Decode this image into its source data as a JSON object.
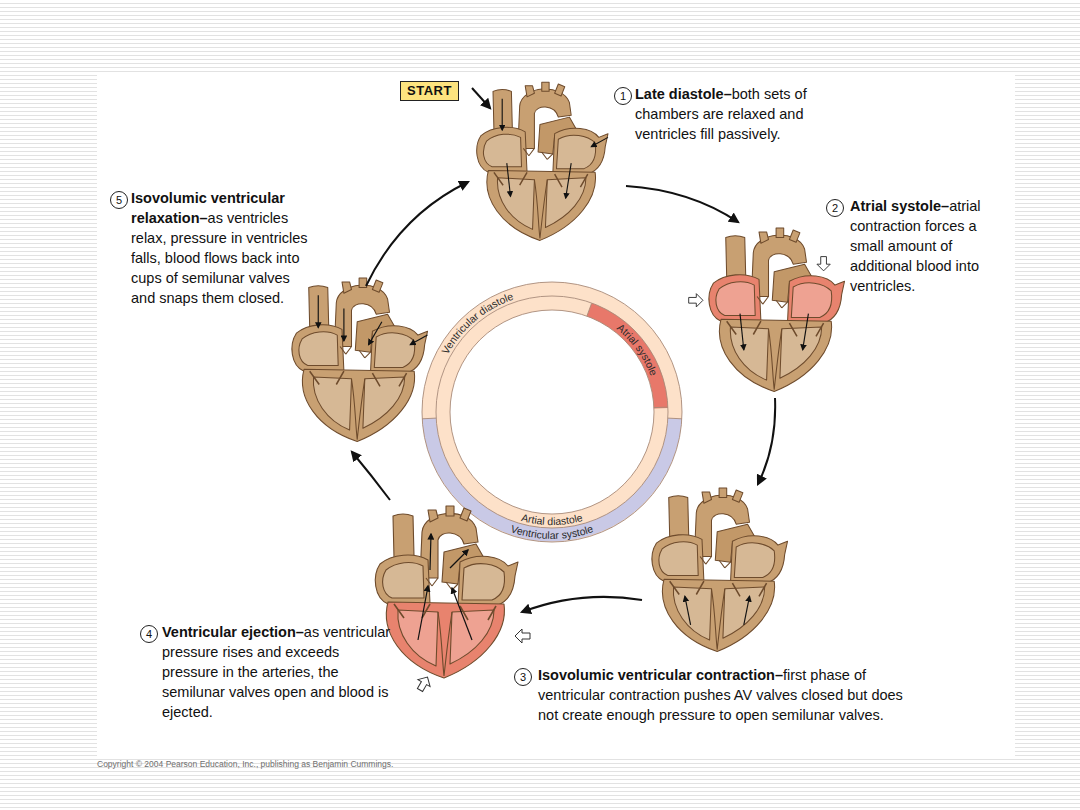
{
  "diagram": {
    "nodes": [
      {
        "text": [
          "START"
        ]
      }
    ],
    "labels": [
      "1",
      "Late diastole–",
      "both sets of chambers are relaxed and ventricles fill passively.",
      "2",
      "Atrial systole–",
      "atrial contraction forces a small amount of additional blood into ventricles.",
      "3",
      "Isovolumic ventricular contraction–",
      "first phase of ventricular contraction pushes AV valves closed but does not create enough pressure to open semilunar valves.",
      "4",
      "Ventricular ejection–",
      "as ventricular pressure rises and exceeds pressure in the arteries, the semilunar valves open and blood is ejected.",
      "5",
      "Isovolumic ventricular relaxation–",
      "as ventricles relax, pressure in ventricles falls, blood flows back into cups of semilunar valves and snaps them closed.",
      "Ventricular diastole",
      "Atrial systole",
      "Artial diastole",
      "Ventricular systole",
      "Copyright © 2004 Pearson Education, Inc., publishing as Benjamin Cummings."
    ]
  }
}
